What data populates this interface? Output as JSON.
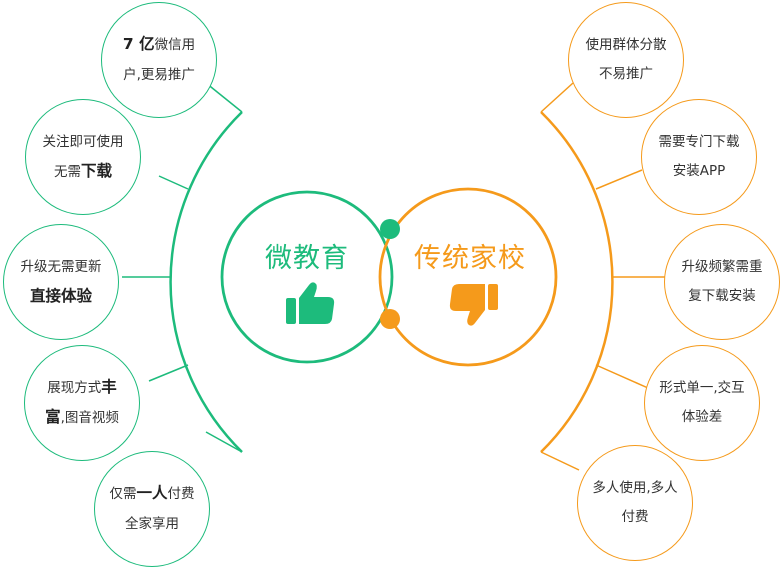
{
  "colors": {
    "green": "#1dbb7c",
    "orange": "#f59a1b"
  },
  "center": {
    "left_title": "微教育",
    "right_title": "传统家校",
    "left_icon": "thumbs-up-icon",
    "right_icon": "thumbs-down-icon"
  },
  "pros": [
    {
      "line1_pre": "",
      "line1_bold": "7 亿",
      "line1_post": "微信用",
      "line2_pre": "户,更易推广",
      "line2_bold": "",
      "line2_post": ""
    },
    {
      "line1_pre": "关注即可使用",
      "line1_bold": "",
      "line1_post": "",
      "line2_pre": "无需",
      "line2_bold": "下载",
      "line2_post": ""
    },
    {
      "line1_pre": "升级无需更新",
      "line1_bold": "",
      "line1_post": "",
      "line2_pre": "",
      "line2_bold": "直接体验",
      "line2_post": ""
    },
    {
      "line1_pre": "展现方式",
      "line1_bold": "丰",
      "line1_post": "",
      "line2_pre": "",
      "line2_bold": "富",
      "line2_post": ",图音视频"
    },
    {
      "line1_pre": "仅需",
      "line1_bold": "一人",
      "line1_post": "付费",
      "line2_pre": "全家享用",
      "line2_bold": "",
      "line2_post": ""
    }
  ],
  "cons": [
    {
      "line1": "使用群体分散",
      "line2": "不易推广"
    },
    {
      "line1": "需要专门下载",
      "line2": "安装APP"
    },
    {
      "line1": "升级频繁需重",
      "line2": "复下载安装"
    },
    {
      "line1": "形式单一,交互",
      "line2": "体验差"
    },
    {
      "line1": "多人使用,多人",
      "line2": "付费"
    }
  ]
}
